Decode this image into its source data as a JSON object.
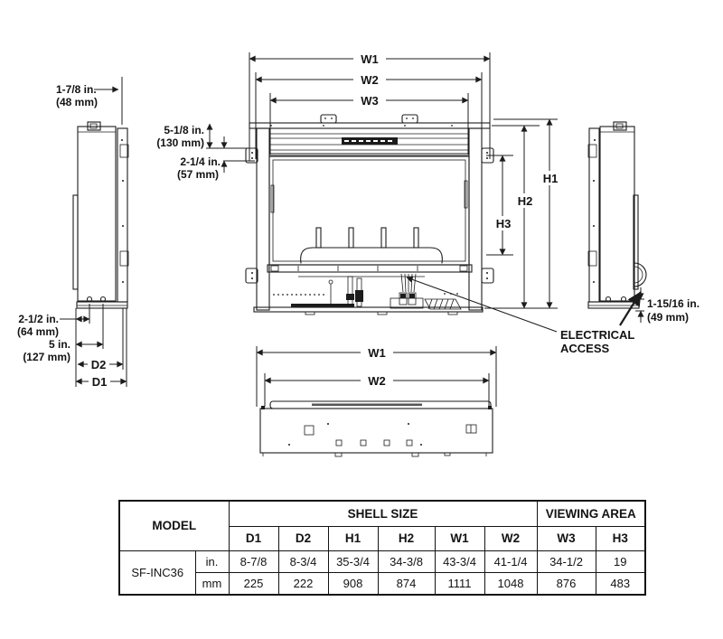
{
  "diagram": {
    "front": {
      "w1": "W1",
      "w2": "W2",
      "w3": "W3",
      "h1": "H1",
      "h2": "H2",
      "h3": "H3",
      "vent_height_in": "5-1/8 in.",
      "vent_height_mm": "(130 mm)",
      "louver_offset_in": "2-1/4 in.",
      "louver_offset_mm": "(57 mm)"
    },
    "left_side": {
      "flange_depth_in": "1-7/8 in.",
      "flange_depth_mm": "(48 mm)",
      "hole_offset_in": "2-1/2 in.",
      "hole_offset_mm": "(64 mm)",
      "hole_spacing_in": "5 in.",
      "hole_spacing_mm": "(127 mm)",
      "d1": "D1",
      "d2": "D2"
    },
    "right_side": {
      "access_offset_in": "1-15/16 in.",
      "access_offset_mm": "(49 mm)"
    },
    "bottom": {
      "w1": "W1",
      "w2": "W2"
    },
    "callout": {
      "line1": "ELECTRICAL",
      "line2": "ACCESS"
    }
  },
  "table": {
    "model_header": "MODEL",
    "shell_size_header": "SHELL SIZE",
    "viewing_area_header": "VIEWING AREA",
    "columns": [
      "D1",
      "D2",
      "H1",
      "H2",
      "W1",
      "W2",
      "W3",
      "H3"
    ],
    "model": "SF-INC36",
    "rows": [
      {
        "unit": "in.",
        "values": [
          "8-7/8",
          "8-3/4",
          "35-3/4",
          "34-3/8",
          "43-3/4",
          "41-1/4",
          "34-1/2",
          "19"
        ]
      },
      {
        "unit": "mm",
        "values": [
          "225",
          "222",
          "908",
          "874",
          "1111",
          "1048",
          "876",
          "483"
        ]
      }
    ]
  }
}
